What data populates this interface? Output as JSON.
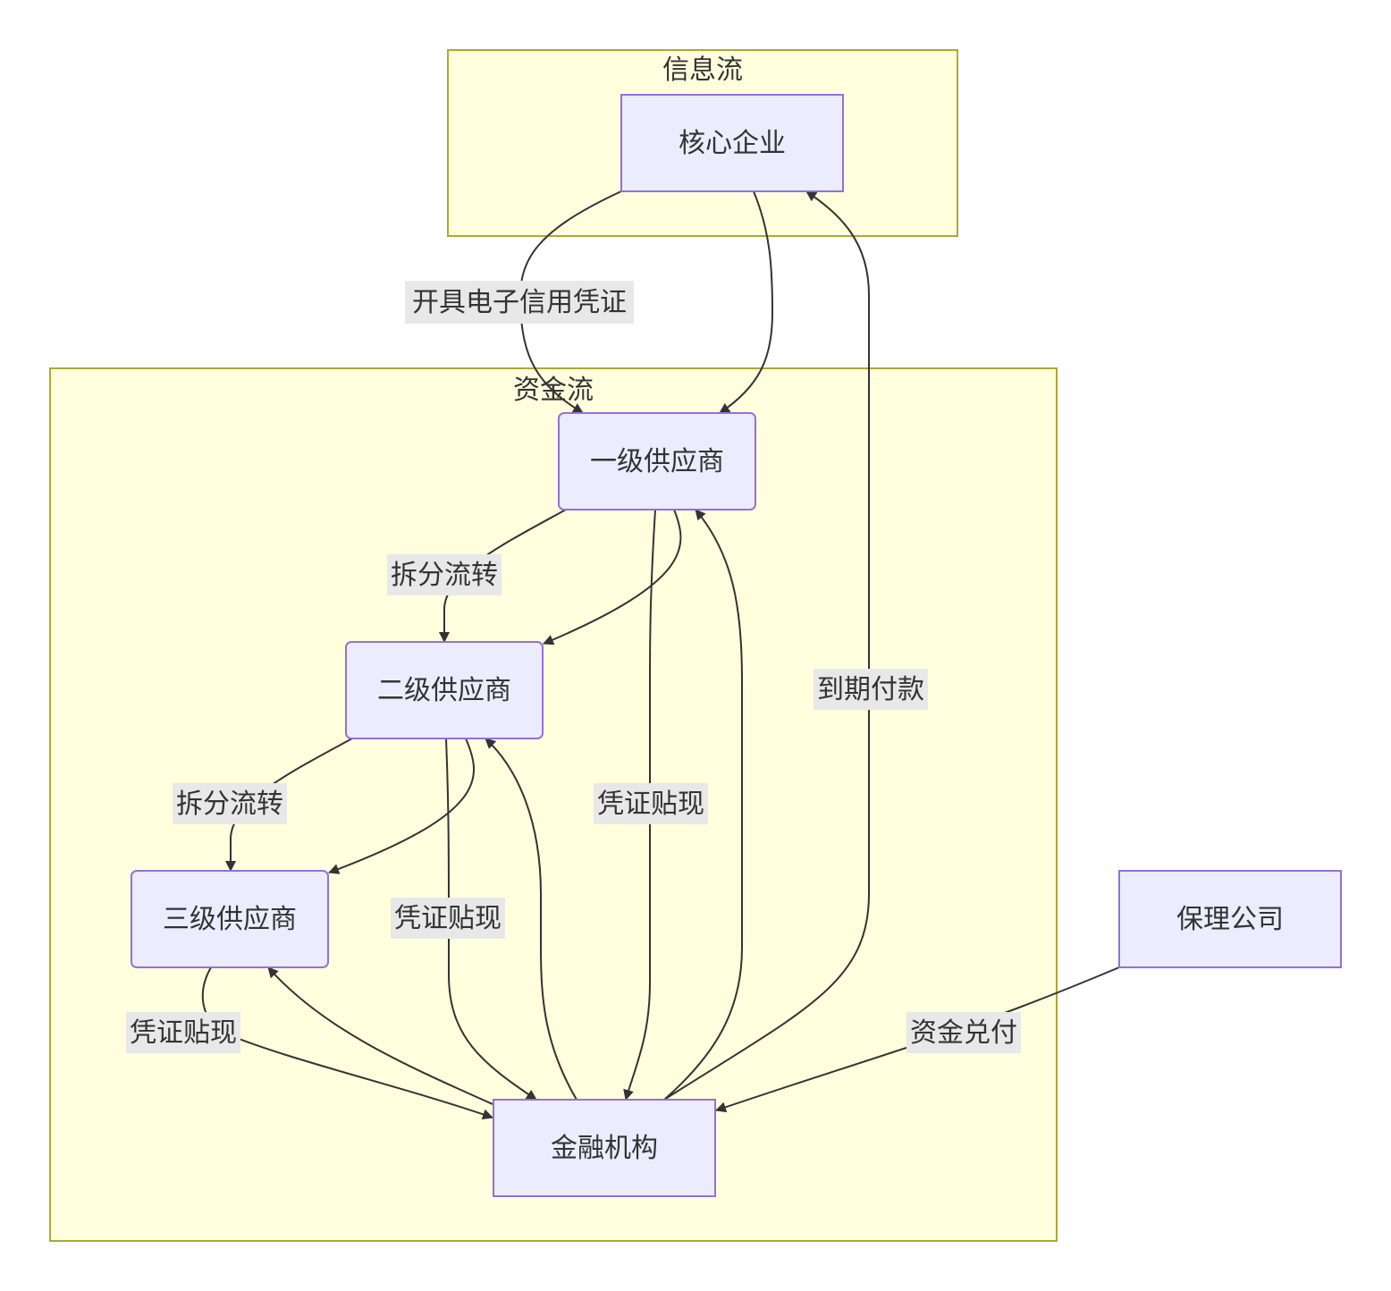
{
  "clusters": {
    "info": {
      "title": "信息流"
    },
    "fund": {
      "title": "资金流"
    }
  },
  "nodes": {
    "core": "核心企业",
    "tier1": "一级供应商",
    "tier2": "二级供应商",
    "tier3": "三级供应商",
    "bank": "金融机构",
    "factor": "保理公司"
  },
  "edges": {
    "issue": "开具电子信用凭证",
    "split1": "拆分流转",
    "split2": "拆分流转",
    "discount1": "凭证贴现",
    "discount2": "凭证贴现",
    "discount3": "凭证贴现",
    "maturity": "到期付款",
    "cash": "资金兑付"
  },
  "colors": {
    "cluster_fill": "#ffffde",
    "cluster_stroke": "#aaaa33",
    "node_fill": "#ececff",
    "node_stroke": "#9370db",
    "edge": "#333333",
    "label_bg": "#e8e8e8"
  }
}
